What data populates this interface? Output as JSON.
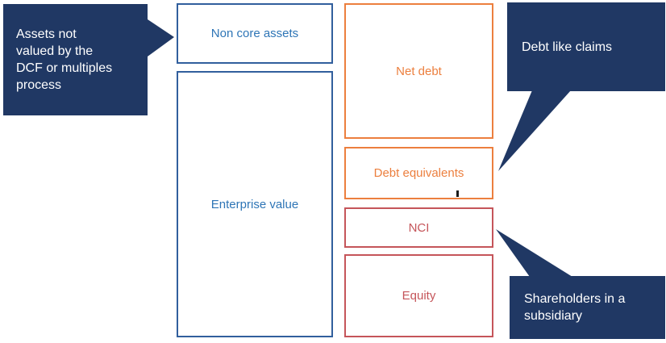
{
  "palette": {
    "navy": "#203864",
    "blue_border": "#315F9D",
    "blue_text": "#2E75B6",
    "orange": "#EC7F3E",
    "red": "#C5555A",
    "tick": "#1A1A1A",
    "white": "#FFFFFF"
  },
  "boxes": {
    "non_core_assets": {
      "label": "Non core assets"
    },
    "enterprise_value": {
      "label": "Enterprise value"
    },
    "net_debt": {
      "label": "Net debt"
    },
    "debt_equivalents": {
      "label": "Debt equivalents"
    },
    "nci": {
      "label": "NCI"
    },
    "equity": {
      "label": "Equity"
    }
  },
  "callouts": {
    "assets": {
      "text": "Assets not\nvalued by the\nDCF or multiples\nprocess"
    },
    "debt_like": {
      "text": "Debt like claims"
    },
    "shareholders": {
      "text": "Shareholders in a\nsubsidiary"
    }
  }
}
